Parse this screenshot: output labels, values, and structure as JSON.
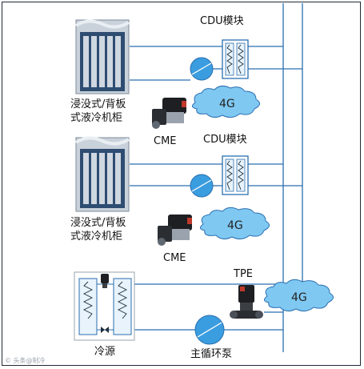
{
  "labels": {
    "cdu1": "CDU模块",
    "cdu2": "CDU模块",
    "cabinet1_line1": "浸没式/背板",
    "cabinet1_line2": "式液冷机柜",
    "cabinet2_line1": "浸没式/背板",
    "cabinet2_line2": "式液冷机柜",
    "cme1": "CME",
    "cme2": "CME",
    "tpe": "TPE",
    "chiller": "冷源",
    "main_pump": "主循环泵",
    "cloud1": "4G",
    "cloud2": "4G",
    "cloud3": "4G"
  },
  "watermark": "© 头条@制冷",
  "colors": {
    "pipe": "#2a6fb0",
    "pump": "#3a9de0",
    "cloud": "#7fc8f2",
    "hx_border": "#2a6fb0",
    "rack": "#2f4d72"
  }
}
